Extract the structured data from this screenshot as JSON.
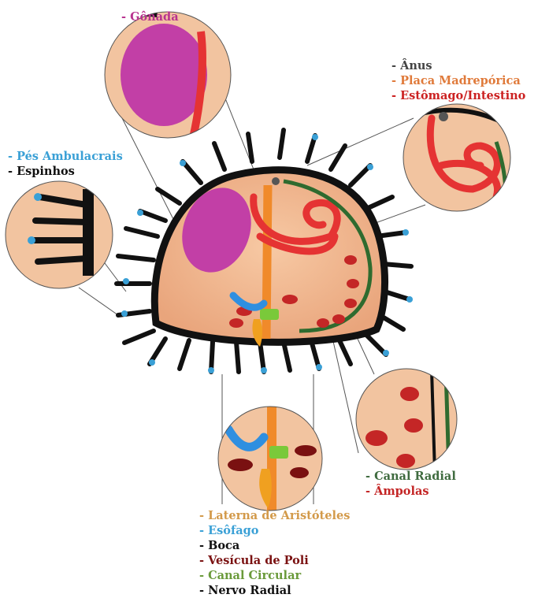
{
  "labels": {
    "gonad": "- Gônada",
    "feet": "- Pés Ambulacrais",
    "spines": "- Espinhos",
    "anus": "- Ânus",
    "madreporite": "- Placa Madrepórica",
    "stomach": "- Estômago/Intestino",
    "radial_canal": "- Canal Radial",
    "ampullae": "- Âmpolas",
    "lantern": "- Laterna de Aristóteles",
    "esophagus": "- Esôfago",
    "mouth": "- Boca",
    "polian": "- Vesícula de Poli",
    "ring_canal": "- Canal Circular",
    "radial_nerve": "- Nervo Radial"
  },
  "colors": {
    "gonad": "#b8338f",
    "feet": "#3aa0d6",
    "dark": "#111111",
    "anus": "#444444",
    "madreporite": "#e07a3a",
    "stomach": "#cc2222",
    "radial_canal": "#3f6b3f",
    "ampullae": "#c42626",
    "lantern": "#d39a4a",
    "polian": "#7a1111",
    "ring_canal": "#6a9a3a"
  }
}
